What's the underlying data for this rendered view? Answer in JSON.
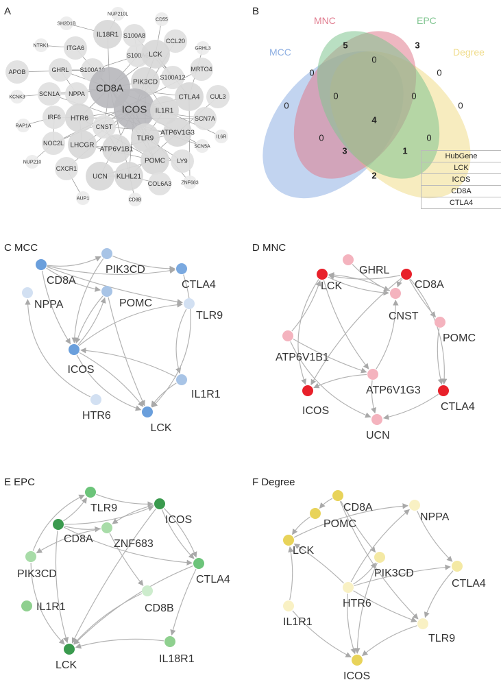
{
  "panels": [
    {
      "letter": "A",
      "title": ""
    },
    {
      "letter": "B",
      "title": ""
    },
    {
      "letter": "C",
      "title": "MCC"
    },
    {
      "letter": "D",
      "title": "MNC"
    },
    {
      "letter": "E",
      "title": "EPC"
    },
    {
      "letter": "F",
      "title": "Degree"
    }
  ],
  "network_a": {
    "nodes": [
      {
        "id": "NUP210L",
        "size": 1
      },
      {
        "id": "CD55",
        "size": 1
      },
      {
        "id": "SH2D1B",
        "size": 1
      },
      {
        "id": "IL18R1",
        "size": 3
      },
      {
        "id": "S100A8",
        "size": 2
      },
      {
        "id": "CCL20",
        "size": 2
      },
      {
        "id": "GRHL3",
        "size": 1
      },
      {
        "id": "NTRK1",
        "size": 1
      },
      {
        "id": "ITGA6",
        "size": 2
      },
      {
        "id": "S100A6",
        "size": 2
      },
      {
        "id": "LCK",
        "size": 3
      },
      {
        "id": "APOB",
        "size": 2
      },
      {
        "id": "GHRL",
        "size": 2
      },
      {
        "id": "S100A10",
        "size": 2
      },
      {
        "id": "MRTO4",
        "size": 2
      },
      {
        "id": "S100A12",
        "size": 2
      },
      {
        "id": "PIK3CD",
        "size": 3
      },
      {
        "id": "KCNK3",
        "size": 1
      },
      {
        "id": "SCN1A",
        "size": 2
      },
      {
        "id": "NPPA",
        "size": 2
      },
      {
        "id": "CD8A",
        "size": 4
      },
      {
        "id": "CTLA4",
        "size": 3
      },
      {
        "id": "CUL3",
        "size": 2
      },
      {
        "id": "ICOS",
        "size": 4
      },
      {
        "id": "IL1R1",
        "size": 3
      },
      {
        "id": "IRF6",
        "size": 2
      },
      {
        "id": "HTR6",
        "size": 3
      },
      {
        "id": "CNST",
        "size": 2
      },
      {
        "id": "SCN7A",
        "size": 2
      },
      {
        "id": "RAP1A",
        "size": 1
      },
      {
        "id": "NOC2L",
        "size": 2
      },
      {
        "id": "ATP6V1G3",
        "size": 3
      },
      {
        "id": "IL6R",
        "size": 1
      },
      {
        "id": "TLR9",
        "size": 3
      },
      {
        "id": "LHCGR",
        "size": 3
      },
      {
        "id": "SCN5A",
        "size": 1
      },
      {
        "id": "ATP6V1B1",
        "size": 3
      },
      {
        "id": "NUP210",
        "size": 1
      },
      {
        "id": "POMC",
        "size": 3
      },
      {
        "id": "LY9",
        "size": 2
      },
      {
        "id": "CXCR1",
        "size": 2
      },
      {
        "id": "UCN",
        "size": 3
      },
      {
        "id": "KLHL21",
        "size": 3
      },
      {
        "id": "ZNF683",
        "size": 1
      },
      {
        "id": "COL6A3",
        "size": 2
      },
      {
        "id": "AUP1",
        "size": 1
      },
      {
        "id": "CD8B",
        "size": 1
      }
    ]
  },
  "venn": {
    "sets": [
      {
        "name": "MNC",
        "color": "#e07b8e"
      },
      {
        "name": "EPC",
        "color": "#7fc48f"
      },
      {
        "name": "MCC",
        "color": "#8fb0e3"
      },
      {
        "name": "Degree",
        "color": "#f0dc8a"
      }
    ],
    "regions": [
      {
        "key": "mnc_only",
        "value": "5",
        "bold": true
      },
      {
        "key": "epc_only",
        "value": "3",
        "bold": true
      },
      {
        "key": "mcc_only",
        "value": "0",
        "bold": false
      },
      {
        "key": "degree_only",
        "value": "0",
        "bold": false
      },
      {
        "key": "mcc_mnc",
        "value": "0",
        "bold": false
      },
      {
        "key": "mnc_epc",
        "value": "0",
        "bold": false
      },
      {
        "key": "epc_degree",
        "value": "0",
        "bold": false
      },
      {
        "key": "mcc_mnc_epc",
        "value": "0",
        "bold": false
      },
      {
        "key": "mnc_epc_degree",
        "value": "0",
        "bold": false
      },
      {
        "key": "all",
        "value": "4",
        "bold": true
      },
      {
        "key": "mcc_epc",
        "value": "0",
        "bold": false
      },
      {
        "key": "mnc_degree",
        "value": "0",
        "bold": false
      },
      {
        "key": "mcc_epc_degree",
        "value": "3",
        "bold": true
      },
      {
        "key": "mcc_mnc_degree",
        "value": "1",
        "bold": true
      },
      {
        "key": "mcc_degree",
        "value": "2",
        "bold": true
      }
    ],
    "hub_table": {
      "header": "HubGene",
      "genes": [
        "LCK",
        "ICOS",
        "CD8A",
        "CTLA4"
      ]
    }
  },
  "network_c": {
    "nodes": [
      {
        "id": "PIK3CD",
        "color": "#a8c4e6"
      },
      {
        "id": "CD8A",
        "color": "#6a9fdc"
      },
      {
        "id": "CTLA4",
        "color": "#7aa9e0"
      },
      {
        "id": "NPPA",
        "color": "#d2e0f2"
      },
      {
        "id": "POMC",
        "color": "#a8c4e6"
      },
      {
        "id": "TLR9",
        "color": "#d2e0f2"
      },
      {
        "id": "ICOS",
        "color": "#6a9fdc"
      },
      {
        "id": "IL1R1",
        "color": "#a8c4e6"
      },
      {
        "id": "HTR6",
        "color": "#d2e0f2"
      },
      {
        "id": "LCK",
        "color": "#6a9fdc"
      }
    ]
  },
  "network_d": {
    "nodes": [
      {
        "id": "GHRL",
        "color": "#f4b3be"
      },
      {
        "id": "LCK",
        "color": "#e8202a"
      },
      {
        "id": "CD8A",
        "color": "#e8202a"
      },
      {
        "id": "CNST",
        "color": "#f4b3be"
      },
      {
        "id": "POMC",
        "color": "#f4b3be"
      },
      {
        "id": "ATP6V1B1",
        "color": "#f4b3be"
      },
      {
        "id": "ATP6V1G3",
        "color": "#f4b3be"
      },
      {
        "id": "ICOS",
        "color": "#e8202a"
      },
      {
        "id": "CTLA4",
        "color": "#e8202a"
      },
      {
        "id": "UCN",
        "color": "#f4b3be"
      }
    ]
  },
  "network_e": {
    "nodes": [
      {
        "id": "TLR9",
        "color": "#6cc47a"
      },
      {
        "id": "ICOS",
        "color": "#3a9a4e"
      },
      {
        "id": "CD8A",
        "color": "#3a9a4e"
      },
      {
        "id": "ZNF683",
        "color": "#a8dca8"
      },
      {
        "id": "PIK3CD",
        "color": "#a8dca8"
      },
      {
        "id": "CTLA4",
        "color": "#6cc47a"
      },
      {
        "id": "CD8B",
        "color": "#cdeccd"
      },
      {
        "id": "IL1R1",
        "color": "#8fd08f"
      },
      {
        "id": "LCK",
        "color": "#3a9a4e"
      },
      {
        "id": "IL18R1",
        "color": "#8fd08f"
      }
    ]
  },
  "network_f": {
    "nodes": [
      {
        "id": "CD8A",
        "color": "#e8d35a"
      },
      {
        "id": "NPPA",
        "color": "#f9f1c4"
      },
      {
        "id": "POMC",
        "color": "#e8d35a"
      },
      {
        "id": "LCK",
        "color": "#e8d35a"
      },
      {
        "id": "PIK3CD",
        "color": "#f4e9a4"
      },
      {
        "id": "CTLA4",
        "color": "#f4e9a4"
      },
      {
        "id": "HTR6",
        "color": "#f9f1c4"
      },
      {
        "id": "IL1R1",
        "color": "#f9f1c4"
      },
      {
        "id": "TLR9",
        "color": "#f9f1c4"
      },
      {
        "id": "ICOS",
        "color": "#e8d35a"
      }
    ]
  }
}
